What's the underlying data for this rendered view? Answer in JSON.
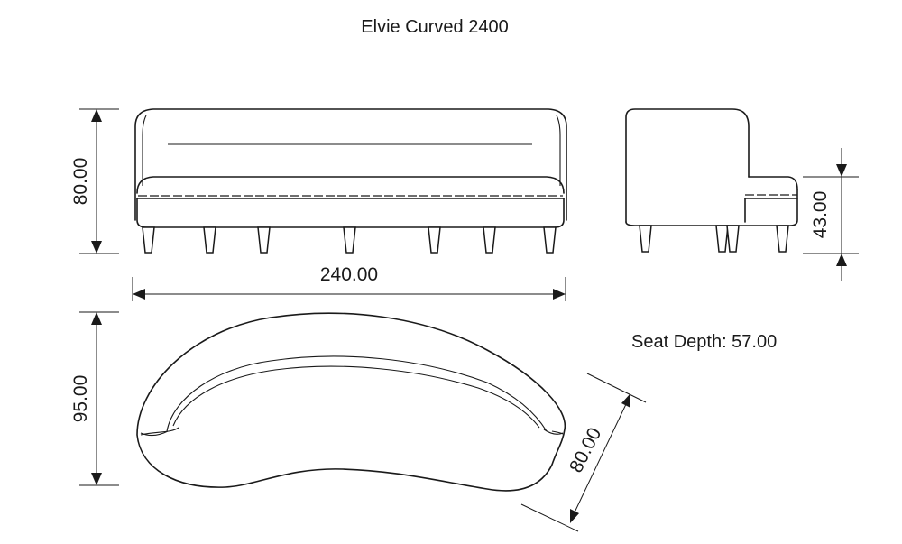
{
  "title": "Elvie Curved 2400",
  "dimensions": {
    "front_height": "80.00",
    "side_seat_height": "43.00",
    "overall_width": "240.00",
    "top_depth": "95.00",
    "diagonal_depth": "80.00"
  },
  "seat_depth_label": "Seat Depth: 57.00"
}
